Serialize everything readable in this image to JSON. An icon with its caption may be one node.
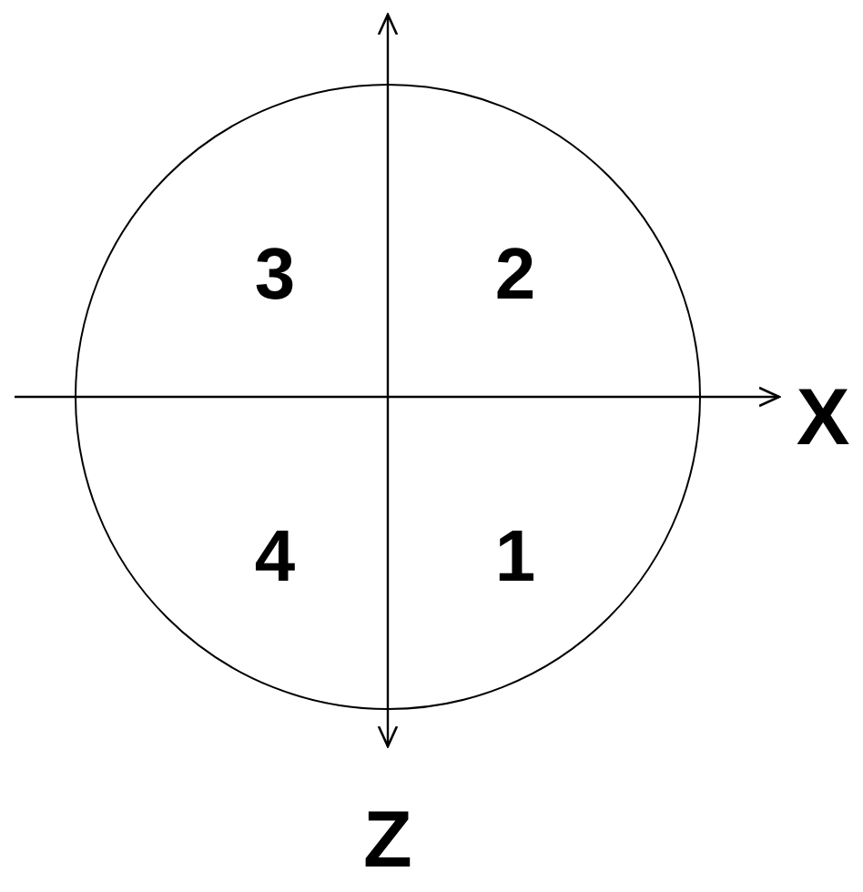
{
  "diagram": {
    "nodes": [
      {
        "text": [
          "3",
          "2",
          "4",
          "1"
        ]
      }
    ],
    "labels": [
      "X",
      "Z"
    ]
  }
}
